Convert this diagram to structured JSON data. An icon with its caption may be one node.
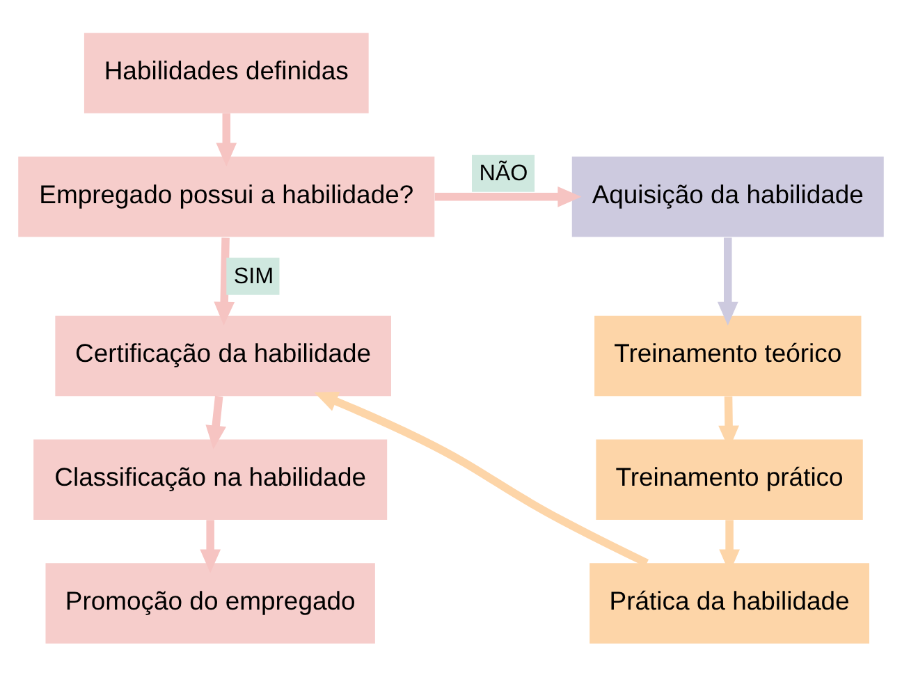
{
  "diagram": {
    "nodes": [
      {
        "text": [
          "Habilidades definidas"
        ]
      },
      {
        "text": [
          "Empregado possui a habilidade?"
        ]
      },
      {
        "text": [
          "Aquisição da habilidade"
        ]
      },
      {
        "text": [
          "Certificação da habilidade"
        ]
      },
      {
        "text": [
          "Classificação na habilidade"
        ]
      },
      {
        "text": [
          "Promoção do empregado"
        ]
      },
      {
        "text": [
          "Treinamento teórico"
        ]
      },
      {
        "text": [
          "Treinamento prático"
        ]
      },
      {
        "text": [
          "Prática da habilidade"
        ]
      }
    ],
    "edges": [
      {
        "from": 0,
        "to": 1,
        "arrow": "to"
      },
      {
        "from": 1,
        "to": 2,
        "arrow": "to",
        "label": "NÃO"
      },
      {
        "from": 1,
        "to": 3,
        "arrow": "to",
        "label": "SIM"
      },
      {
        "from": 3,
        "to": 4,
        "arrow": "to"
      },
      {
        "from": 4,
        "to": 5,
        "arrow": "to"
      },
      {
        "from": 2,
        "to": 6,
        "arrow": "to",
        "color": "#cdcadf"
      },
      {
        "from": 6,
        "to": 7,
        "arrow": "to",
        "color": "#fdd5a8"
      },
      {
        "from": 7,
        "to": 8,
        "arrow": "to",
        "color": "#fdd5a8"
      },
      {
        "from": 8,
        "to": 3,
        "arrow": "to",
        "color": "#fdd5a8"
      }
    ]
  }
}
